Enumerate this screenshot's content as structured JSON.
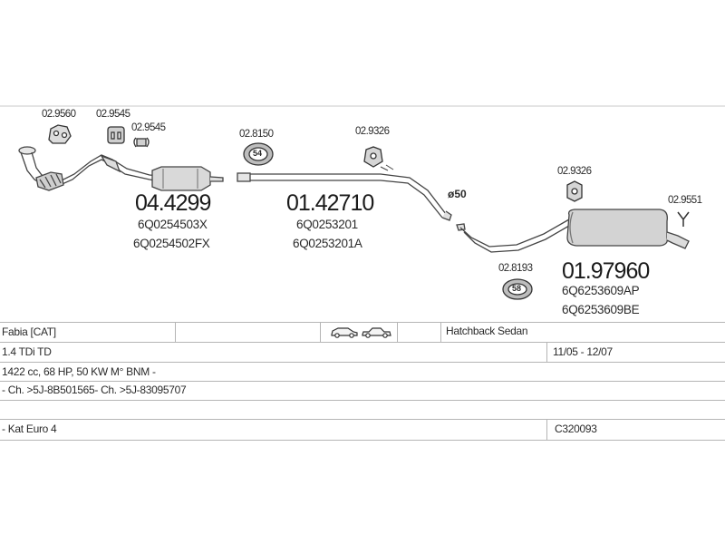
{
  "diagram": {
    "parts": [
      {
        "id": "p1",
        "ref": "02.9560"
      },
      {
        "id": "p2",
        "ref": "02.9545"
      },
      {
        "id": "p3",
        "ref": "02.9545"
      },
      {
        "id": "p4",
        "ref": "02.8150",
        "badge": "54"
      },
      {
        "id": "p5",
        "ref": "02.9326"
      },
      {
        "id": "p6",
        "ref": "02.9326"
      },
      {
        "id": "p7",
        "ref": "02.9551"
      },
      {
        "id": "p8",
        "ref": "02.8193",
        "badge": "58"
      }
    ],
    "sections": [
      {
        "id": "s1",
        "number": "04.4299",
        "oe": [
          "6Q0254503X",
          "6Q0254502FX"
        ]
      },
      {
        "id": "s2",
        "number": "01.42710",
        "oe": [
          "6Q0253201",
          "6Q0253201A"
        ]
      },
      {
        "id": "s3",
        "number": "01.97960",
        "oe": [
          "6Q6253609AP",
          "6Q6253609BE"
        ]
      }
    ],
    "diameter": "ø50"
  },
  "table": {
    "model": "Fabia  [CAT]",
    "body": "Hatchback Sedan",
    "engine": "1.4 TDi TD",
    "years": "11/05 - 12/07",
    "spec": "1422 cc, 68 HP, 50 KW M° BNM -",
    "chassis": "- Ch. >5J-8B501565- Ch. >5J-83095707",
    "norm": "- Kat Euro 4",
    "code": "C320093"
  },
  "icons": [
    "hatchback-car-icon",
    "sedan-car-icon"
  ]
}
